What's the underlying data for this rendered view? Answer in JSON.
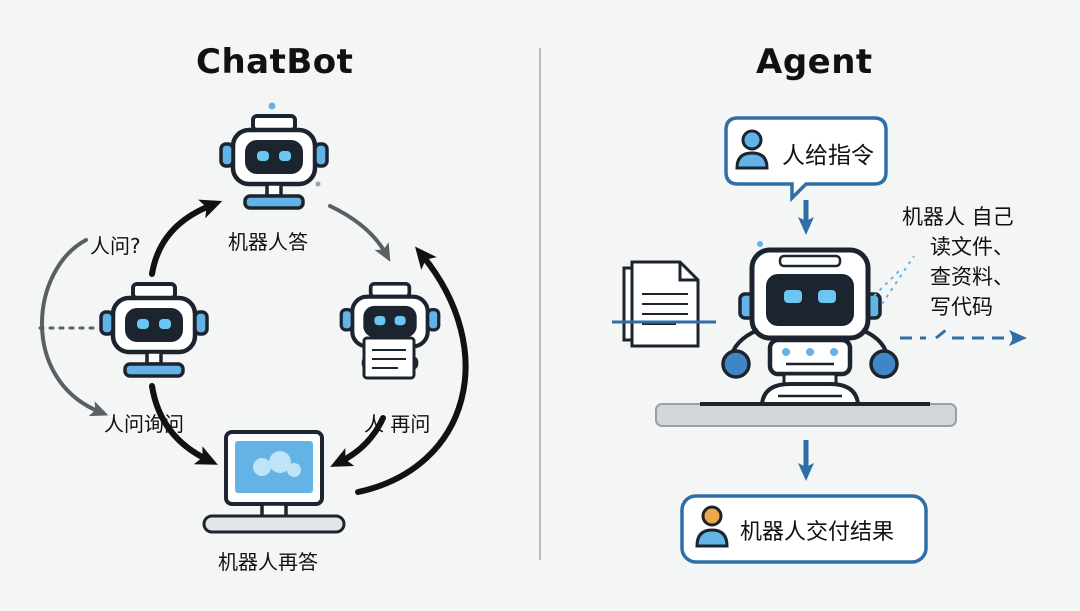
{
  "chatbot": {
    "title": "ChatBot",
    "labels": {
      "top": "机器人答",
      "upper_left": "人问?",
      "left": "人问询问",
      "right": "人 再问",
      "bottom": "机器人再答"
    }
  },
  "agent": {
    "title": "Agent",
    "instruction": "人给指令",
    "actions_lines": [
      "机器人 自己",
      "读文件、",
      "查资料、",
      "写代码"
    ],
    "result": "机器人交付结果"
  },
  "colors": {
    "accent_blue": "#2f6fa8",
    "screen_blue": "#63b3e6",
    "robot_outline": "#1c2430",
    "arrow_dark": "#111111",
    "arrow_gray": "#5a5f66"
  },
  "icons": [
    "robot-icon",
    "monitor-icon",
    "user-icon",
    "document-icon",
    "arrow-icon"
  ]
}
